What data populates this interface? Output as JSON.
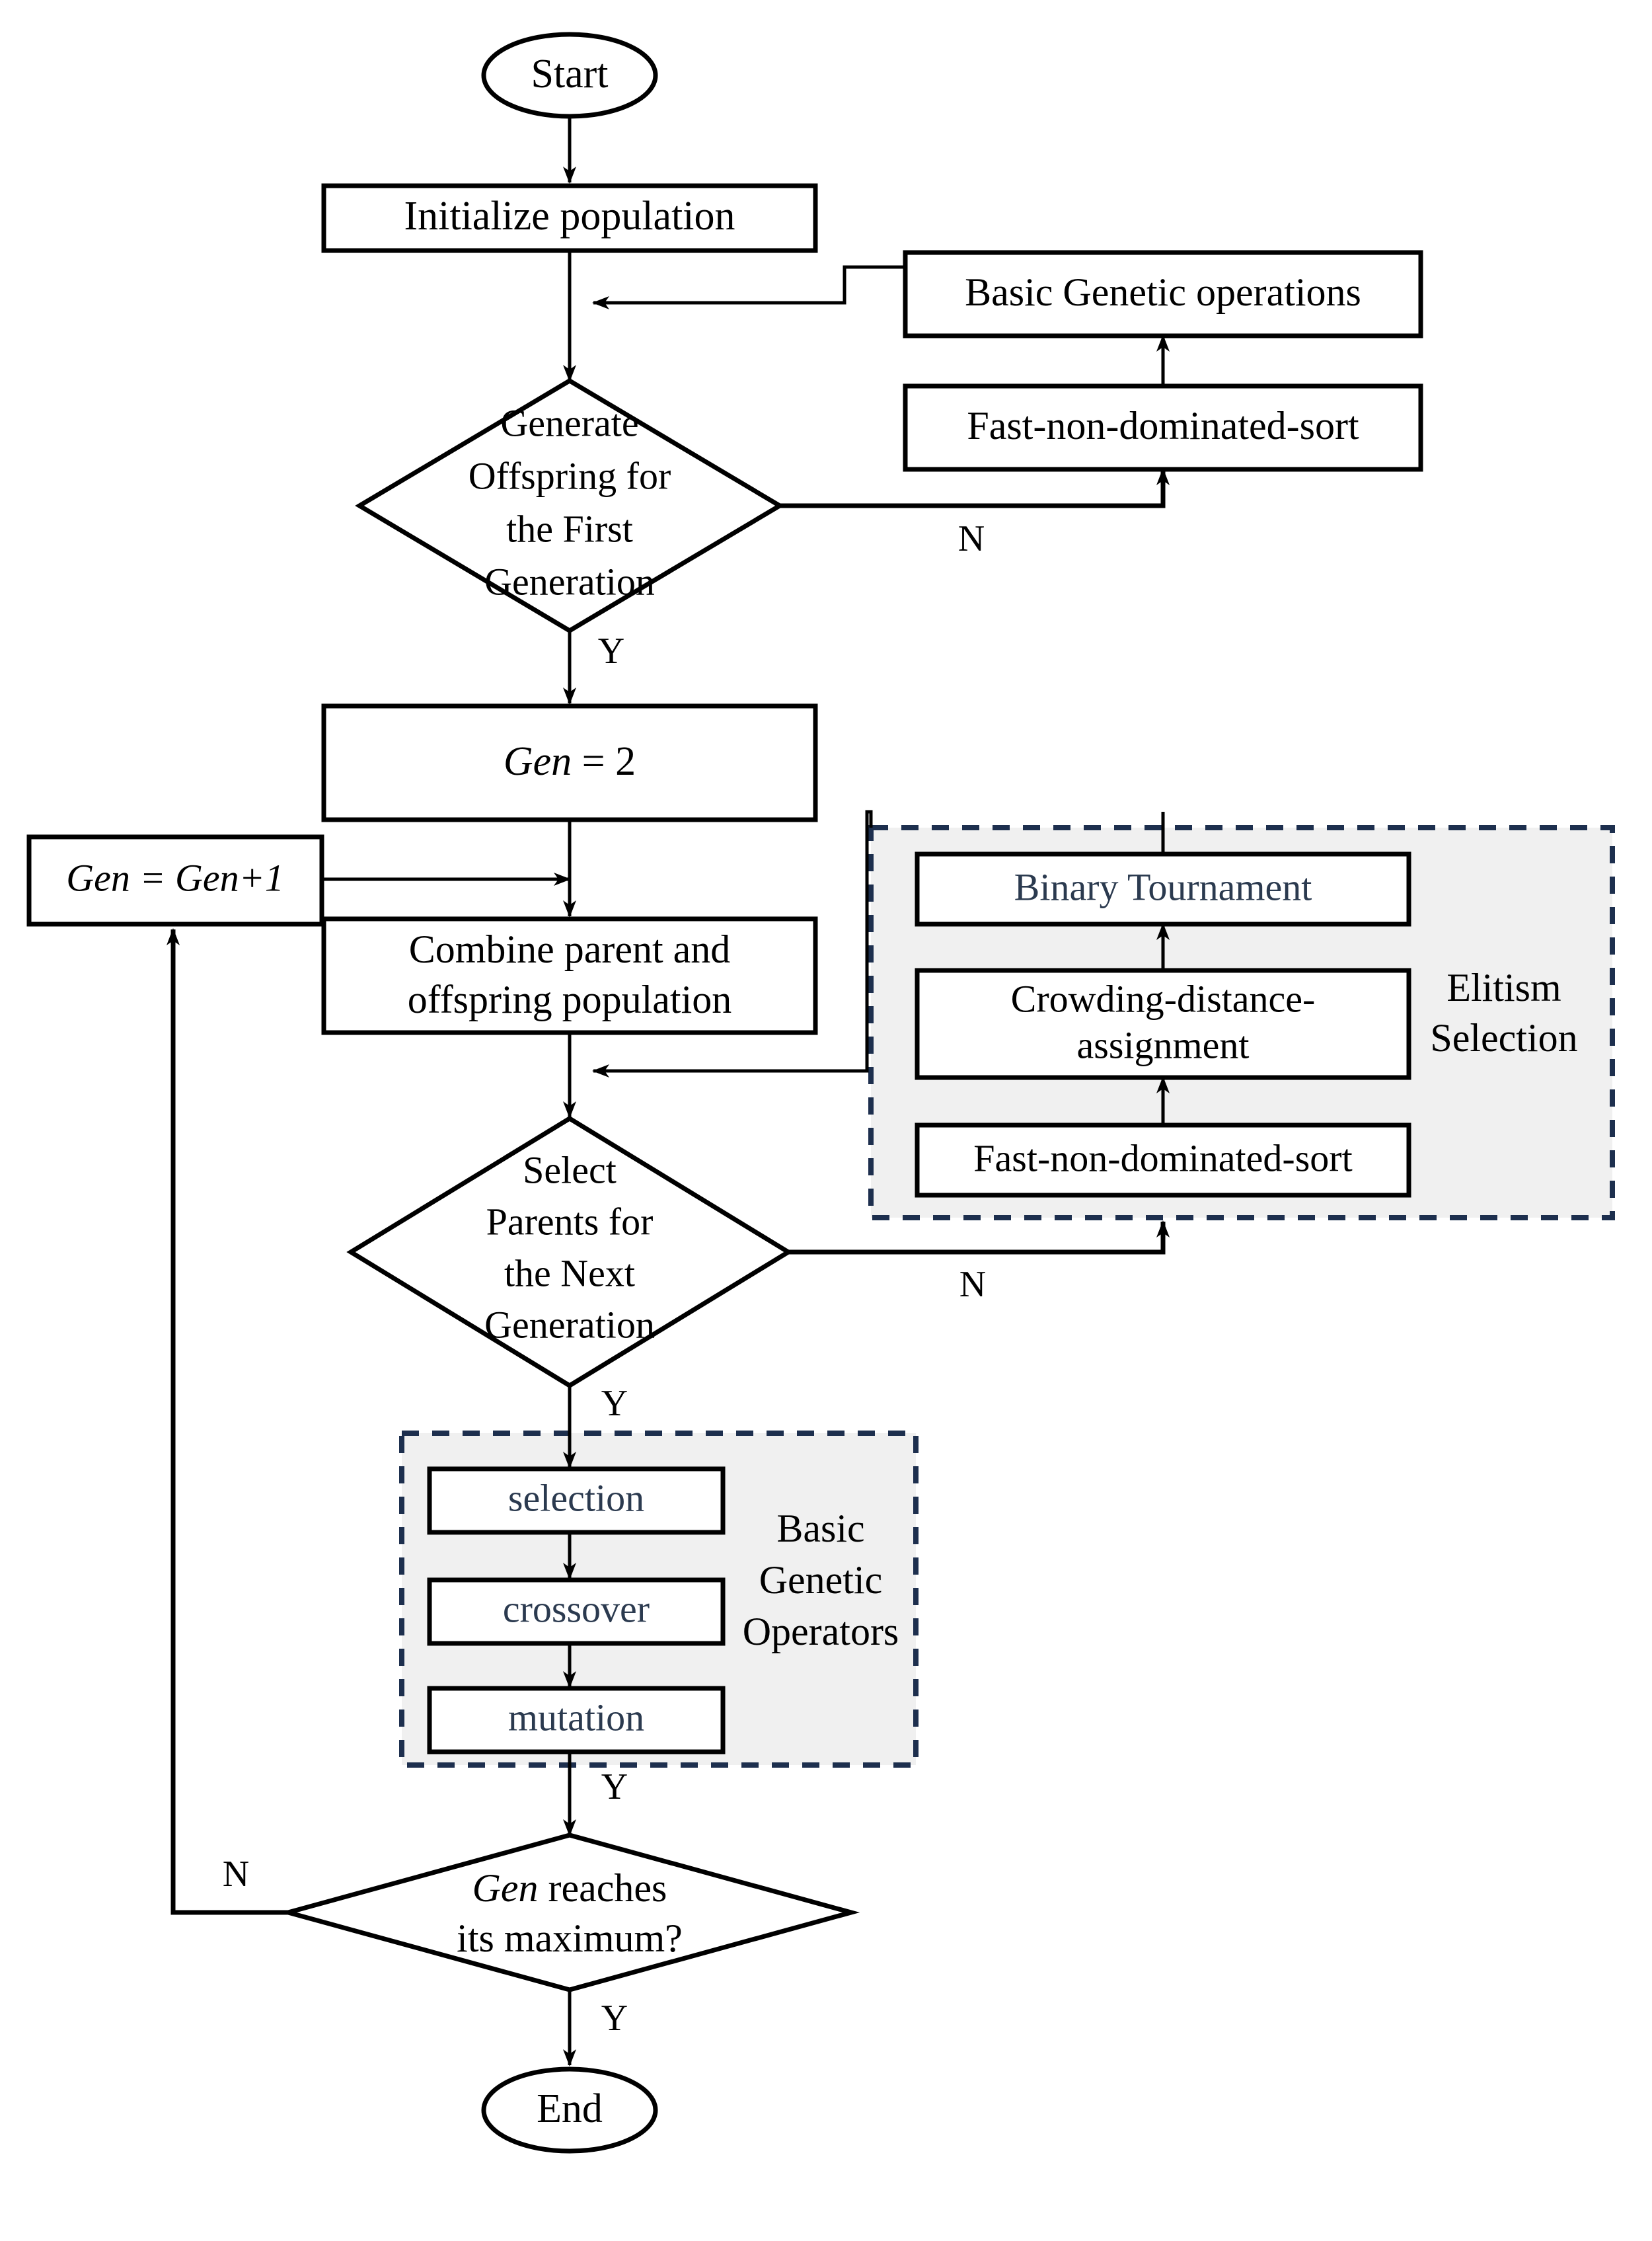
{
  "diagram": {
    "type": "flowchart",
    "title": "NSGA-II Genetic Algorithm Flowchart",
    "nodes": {
      "start": {
        "label": "Start",
        "shape": "ellipse"
      },
      "initialize_population": {
        "label": "Initialize population",
        "shape": "rectangle"
      },
      "generate_offspring": {
        "shape": "diamond",
        "lines": [
          "Generate",
          "Offspring for",
          "the First",
          "Generation"
        ]
      },
      "basic_genetic_operations": {
        "label": "Basic Genetic operations",
        "shape": "rectangle"
      },
      "fast_non_dominated_sort_top": {
        "label": "Fast-non-dominated-sort",
        "shape": "rectangle"
      },
      "gen_equals_two": {
        "label": "Gen = 2",
        "label_italic": "Gen",
        "label_rest": " = 2",
        "shape": "rectangle"
      },
      "gen_increment": {
        "label": "Gen = Gen+1",
        "shape": "rectangle"
      },
      "combine_population": {
        "shape": "rectangle",
        "lines": [
          "Combine parent and",
          "offspring population"
        ]
      },
      "select_parents": {
        "shape": "diamond",
        "lines": [
          "Select",
          "Parents for",
          "the Next",
          "Generation"
        ]
      },
      "binary_tournament": {
        "label": "Binary Tournament",
        "shape": "rectangle"
      },
      "crowding_distance": {
        "shape": "rectangle",
        "lines": [
          "Crowding-distance-",
          "assignment"
        ]
      },
      "fast_non_dominated_sort_bottom": {
        "label": "Fast-non-dominated-sort",
        "shape": "rectangle"
      },
      "selection": {
        "label": "selection",
        "shape": "rectangle"
      },
      "crossover": {
        "label": "crossover",
        "shape": "rectangle"
      },
      "mutation": {
        "label": "mutation",
        "shape": "rectangle"
      },
      "gen_max_check": {
        "shape": "diamond",
        "lines": [
          "Gen reaches",
          "its maximum?"
        ],
        "line1_italic": "Gen",
        "line1_rest": " reaches"
      },
      "end": {
        "label": "End",
        "shape": "ellipse"
      }
    },
    "groups": {
      "elitism_selection": {
        "lines": [
          "Elitism",
          "Selection"
        ],
        "border_color": "#1d2f4e",
        "fill_color": "#f0f0f0",
        "style": "dashed"
      },
      "basic_genetic_operators": {
        "lines": [
          "Basic",
          "Genetic",
          "Operators"
        ],
        "border_color": "#1d2f4e",
        "fill_color": "#f0f0f0",
        "style": "dashed"
      }
    },
    "branch_labels": {
      "generate_offspring_no": "N",
      "generate_offspring_yes": "Y",
      "select_parents_no": "N",
      "select_parents_yes": "Y",
      "operators_yes": "Y",
      "gen_max_no": "N",
      "gen_max_yes": "Y"
    },
    "colors": {
      "node_stroke": "#000000",
      "group_stroke": "#1d2f4e",
      "group_fill": "#f0f0f0",
      "blue_text": "#2b3a4f",
      "background": "#ffffff"
    }
  }
}
